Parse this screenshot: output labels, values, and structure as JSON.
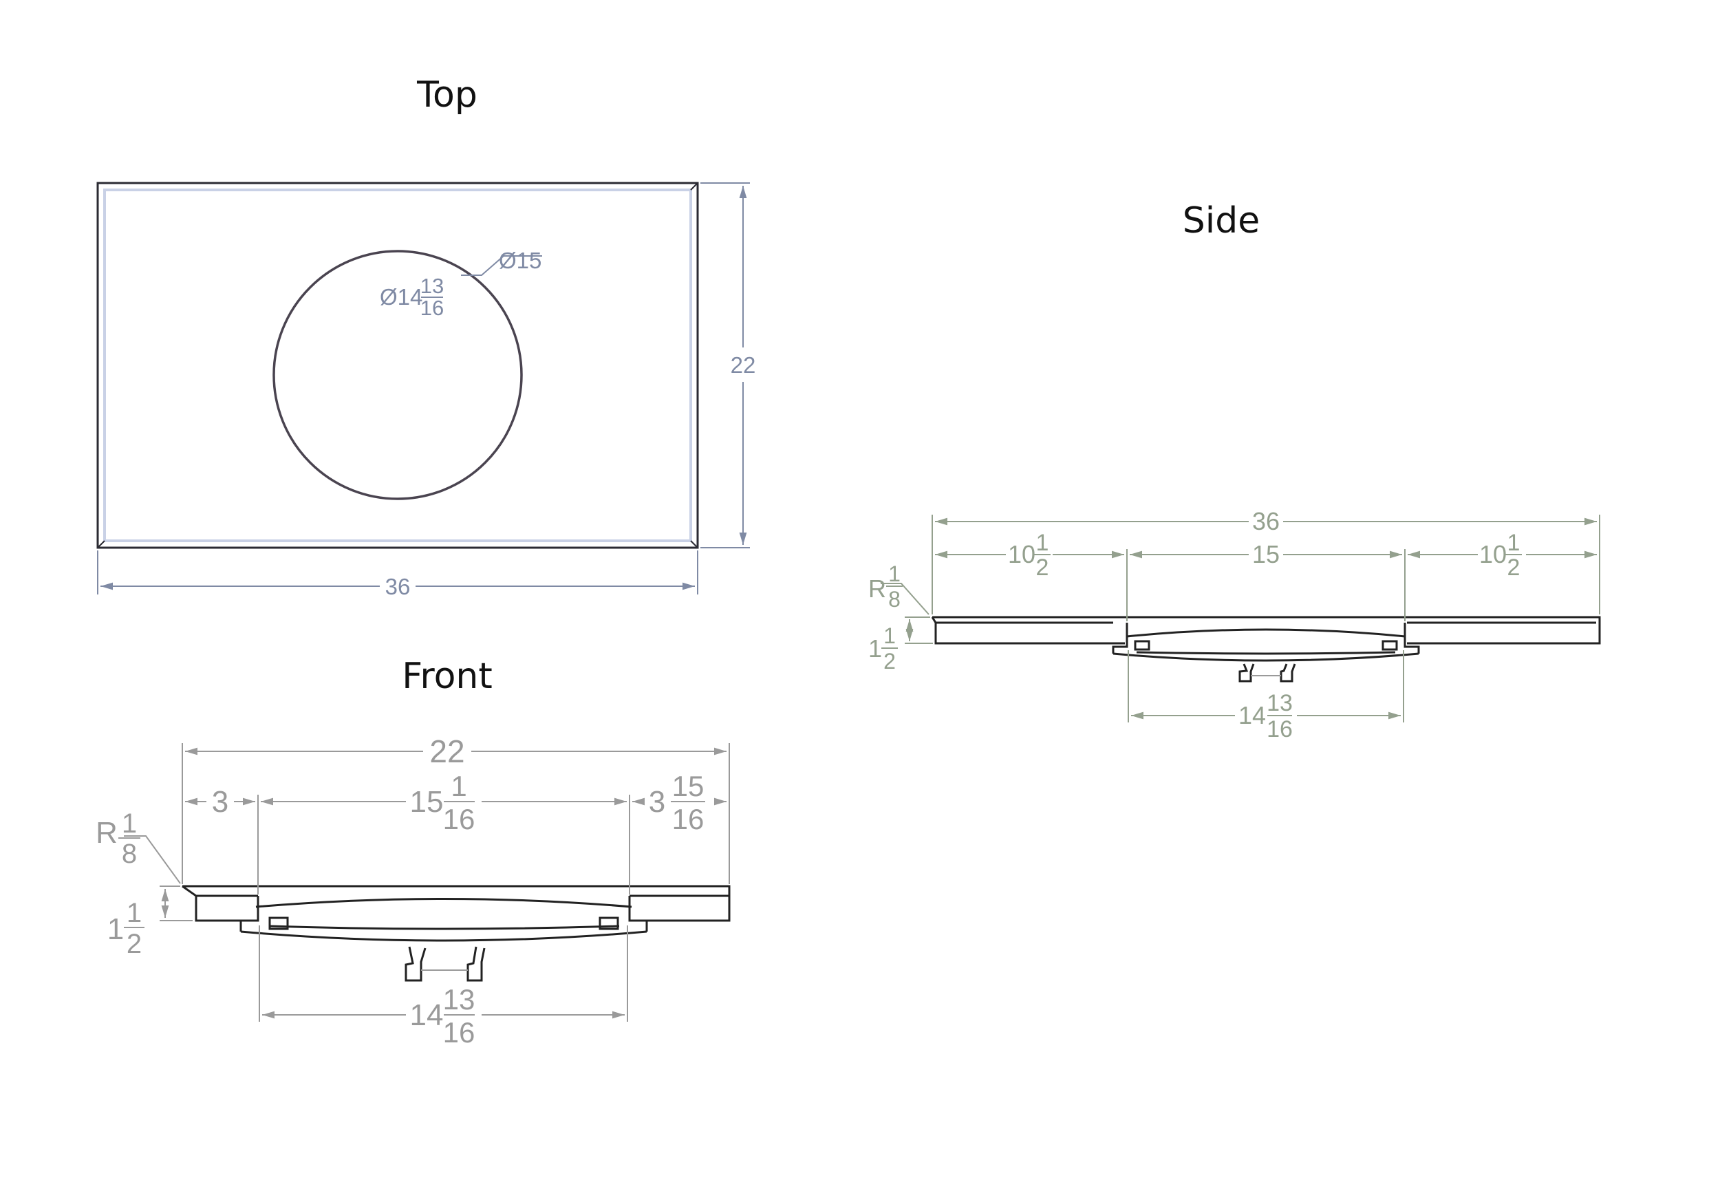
{
  "views": {
    "top": {
      "title": "Top",
      "dims": {
        "width": "36",
        "depth": "22",
        "outer_dia": "Ø15",
        "inner_dia_prefix": "Ø14",
        "inner_dia_num": "13",
        "inner_dia_den": "16"
      }
    },
    "front": {
      "title": "Front",
      "dims": {
        "overall": "22",
        "left": "3",
        "center_whole": "15",
        "center_num": "1",
        "center_den": "16",
        "right_whole": "3",
        "right_num": "15",
        "right_den": "16",
        "radius_prefix": "R",
        "radius_num": "1",
        "radius_den": "8",
        "thick_whole": "1",
        "thick_num": "1",
        "thick_den": "2",
        "bowl_whole": "14",
        "bowl_num": "13",
        "bowl_den": "16"
      }
    },
    "side": {
      "title": "Side",
      "dims": {
        "overall": "36",
        "left_whole": "10",
        "left_num": "1",
        "left_den": "2",
        "center": "15",
        "right_whole": "10",
        "right_num": "1",
        "right_den": "2",
        "radius_prefix": "R",
        "radius_num": "1",
        "radius_den": "8",
        "thick_whole": "1",
        "thick_num": "1",
        "thick_den": "2",
        "bowl_whole": "14",
        "bowl_num": "13",
        "bowl_den": "16"
      }
    }
  }
}
